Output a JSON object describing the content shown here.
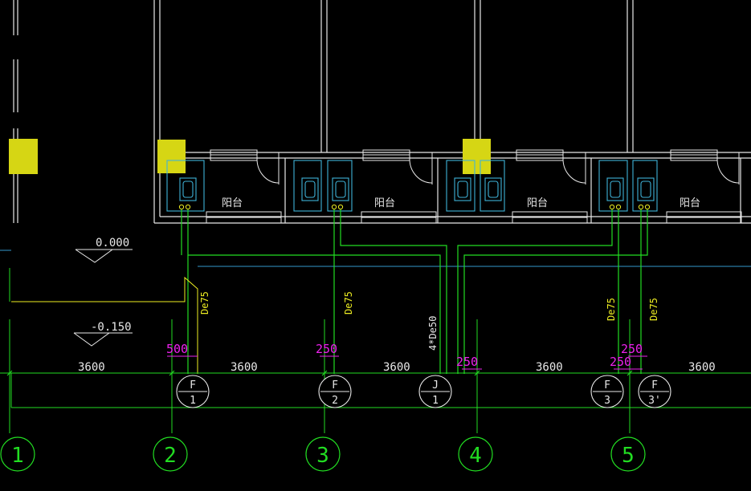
{
  "colors": {
    "background": "#000000",
    "wall": "#e8e8e8",
    "pipe": "#22dd22",
    "dim_magenta": "#ee22ee",
    "label_yellow": "#eeee22",
    "fixture_cyan": "#3fb3d8",
    "blue_line": "#3399cc",
    "column_fill": "#d6d614"
  },
  "rooms": [
    {
      "label": "阳台"
    },
    {
      "label": "阳台"
    },
    {
      "label": "阳台"
    },
    {
      "label": "阳台"
    }
  ],
  "elevations": [
    {
      "value": "0.000"
    },
    {
      "value": "-0.150"
    }
  ],
  "spacings": [
    "3600",
    "3600",
    "3600",
    "3600",
    "3600"
  ],
  "offset_dims": [
    "500",
    "250",
    "250",
    "250",
    "250"
  ],
  "pipe_labels": [
    "De75",
    "De75",
    "4*De50",
    "De75",
    "De75"
  ],
  "risers": [
    {
      "letter": "F",
      "number": "1"
    },
    {
      "letter": "F",
      "number": "2"
    },
    {
      "letter": "J",
      "number": "1"
    },
    {
      "letter": "F",
      "number": "3"
    },
    {
      "letter": "F",
      "number": "3'"
    }
  ],
  "axes": [
    "1",
    "2",
    "3",
    "4",
    "5"
  ]
}
